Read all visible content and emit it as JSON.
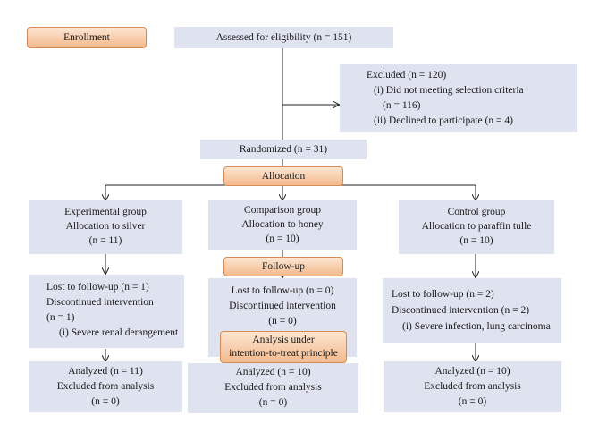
{
  "stages": {
    "enrollment": "Enrollment",
    "allocation": "Allocation",
    "followup": "Follow-up",
    "analysis_line1": "Analysis under",
    "analysis_line2": "intention-to-treat principle"
  },
  "assessed": "Assessed for eligibility (n = 151)",
  "excluded": {
    "line1": "Excluded (n = 120)",
    "line2": "(i) Did not meeting selection criteria",
    "line3": "(n = 116)",
    "line4": "(ii) Declined to participate (n = 4)"
  },
  "randomized": "Randomized (n = 31)",
  "groups": [
    {
      "alloc": [
        "Experimental group",
        "Allocation to silver",
        "(n = 11)"
      ],
      "followup": [
        "Lost to follow-up (n = 1)",
        "Discontinued intervention",
        "(n = 1)",
        "(i) Severe renal derangement"
      ],
      "analyzed": [
        "Analyzed (n = 11)",
        "Excluded from analysis",
        "(n = 0)"
      ]
    },
    {
      "alloc": [
        "Comparison group",
        "Allocation to honey",
        "(n = 10)"
      ],
      "followup": [
        "Lost to follow-up (n = 0)",
        "Discontinued intervention",
        "(n = 0)"
      ],
      "analyzed": [
        "Analyzed (n = 10)",
        "Excluded from analysis",
        "(n = 0)"
      ]
    },
    {
      "alloc": [
        "Control group",
        "Allocation to paraffin tulle",
        "(n = 10)"
      ],
      "followup": [
        "Lost to follow-up (n = 2)",
        "Discontinued intervention (n = 2)",
        "(i) Severe infection, lung carcinoma"
      ],
      "analyzed": [
        "Analyzed (n = 10)",
        "Excluded from analysis",
        "(n = 0)"
      ]
    }
  ],
  "colors": {
    "box_fill": "#dfe2ef",
    "stage_fill": "#f6c9a4",
    "stage_border": "#d88a52",
    "line": "#222222"
  }
}
